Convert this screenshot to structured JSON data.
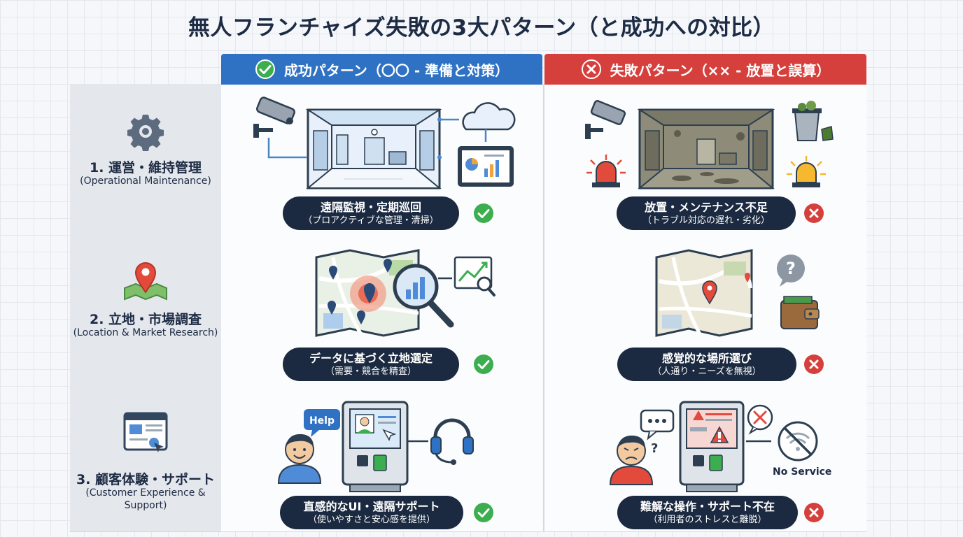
{
  "title": "無人フランチャイズ失敗の3大パターン（と成功への対比）",
  "columns": {
    "success": "成功パターン（〇〇 - 準備と対策）",
    "failure": "失敗パターン（×× - 放置と誤算）"
  },
  "rows": [
    {
      "label": "1. 運営・維持管理",
      "label_en": "(Operational Maintenance)",
      "success": {
        "line1": "遠隔監視・定期巡回",
        "line2": "（プロアクティブな管理・清掃）"
      },
      "failure": {
        "line1": "放置・メンテナンス不足",
        "line2": "（トラブル対応の遅れ・劣化）"
      }
    },
    {
      "label": "2. 立地・市場調査",
      "label_en": "(Location & Market Research)",
      "success": {
        "line1": "データに基づく立地選定",
        "line2": "（需要・競合を精査）"
      },
      "failure": {
        "line1": "感覚的な場所選び",
        "line2": "（人通り・ニーズを無視）"
      }
    },
    {
      "label": "3. 顧客体験・サポート",
      "label_en": "(Customer Experience &",
      "label_en2": "Support)",
      "success": {
        "line1": "直感的なUI・遠隔サポート",
        "line2": "（使いやすさと安心感を提供）"
      },
      "failure": {
        "line1": "難解な操作・サポート不在",
        "line2": "（利用者のストレスと離脱）"
      }
    }
  ],
  "annotations": {
    "help": "Help",
    "no_service": "No Service"
  },
  "colors": {
    "success_header": "#2f72c4",
    "failure_header": "#d6403c",
    "check_green": "#3cae4f",
    "cross_red": "#d6403c",
    "pill_navy": "#1b2a41"
  },
  "icons": {
    "success_header": "check-circle-icon",
    "failure_header": "x-circle-icon",
    "row1": "gear-icon",
    "row2": "map-pin-icon",
    "row3": "browser-window-icon"
  }
}
